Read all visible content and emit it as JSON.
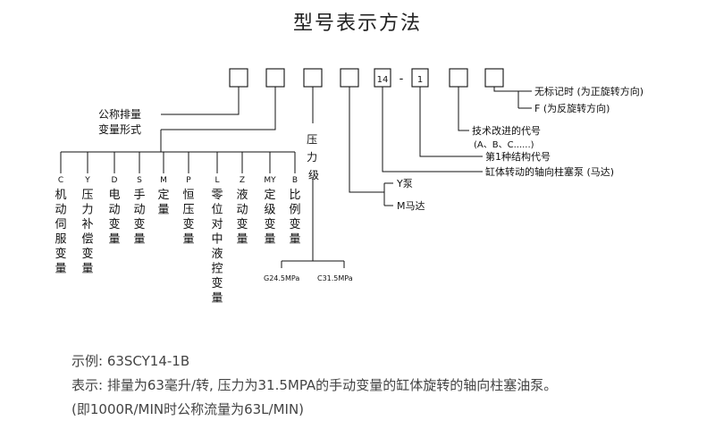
{
  "title": "型号表示方法",
  "boxes": [
    {
      "text": ""
    },
    {
      "text": ""
    },
    {
      "text": ""
    },
    {
      "text": ""
    },
    {
      "text": "14"
    },
    {
      "text": "1"
    },
    {
      "text": ""
    },
    {
      "text": ""
    }
  ],
  "dash": "-",
  "labels": {
    "displacement": "公称排量",
    "variable_form": "变量形式",
    "pressure_grade": "压力级",
    "no_mark": "无标记时 (为正旋转方向)",
    "f_mark": "F (为反旋转方向)",
    "tech_code": "技术改进的代号",
    "tech_code_sub": "(A、B、C......)",
    "structure_code": "第1种结构代号",
    "axial_pump": "缸体转动的轴向柱塞泵 (马达)",
    "y_pump": "Y泵",
    "m_motor": "M马达"
  },
  "variable_modes": [
    {
      "code": "C",
      "text": "机动伺服变量"
    },
    {
      "code": "Y",
      "text": "压力补偿变量"
    },
    {
      "code": "D",
      "text": "电动变量"
    },
    {
      "code": "S",
      "text": "手动变量"
    },
    {
      "code": "M",
      "text": "定量"
    },
    {
      "code": "P",
      "text": "恒压变量"
    },
    {
      "code": "L",
      "text": "零位对中液控变量"
    },
    {
      "code": "Z",
      "text": "液动变量"
    },
    {
      "code": "MY",
      "text": "定级变量"
    },
    {
      "code": "B",
      "text": "比例变量"
    }
  ],
  "pressure_options": [
    "G24.5MPa",
    "C31.5MPa"
  ],
  "example": {
    "line1": "示例: 63SCY14-1B",
    "line2": "表示: 排量为63毫升/转, 压力为31.5MPA的手动变量的缸体旋转的轴向柱塞油泵。",
    "line3": "(即1000R/MIN时公称流量为63L/MIN)"
  }
}
